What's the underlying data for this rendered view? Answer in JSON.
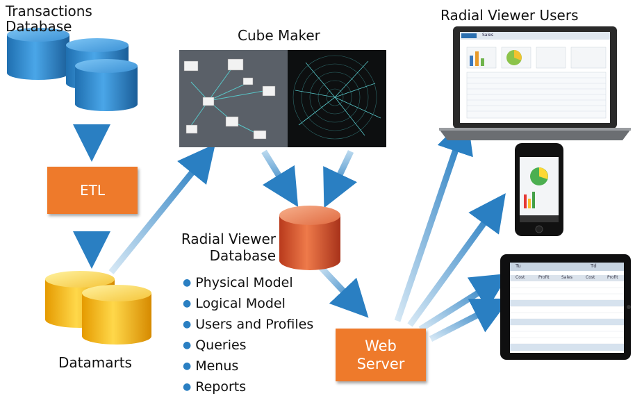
{
  "labels": {
    "transactions_db": [
      "Transactions",
      "Database"
    ],
    "cube_maker": "Cube Maker",
    "radial_viewer_users": "Radial Viewer Users",
    "rv_database": [
      "Radial Viewer",
      "Database"
    ],
    "datamarts": "Datamarts"
  },
  "boxes": {
    "etl": "ETL",
    "web_server": [
      "Web",
      "Server"
    ]
  },
  "rv_database_contents": [
    "Physical Model",
    "Logical Model",
    "Users and Profiles",
    "Queries",
    "Menus",
    "Reports"
  ],
  "laptop_screen": {
    "title": "Sales"
  },
  "tablet_table": {
    "group_headers": [
      "Tu",
      "Td"
    ],
    "columns": [
      "Cost",
      "Profit",
      "Sales",
      "Cost",
      "Profit"
    ]
  },
  "colors": {
    "arrow": "#2a7fc2",
    "etl_box": "#ee7a2b",
    "transactions_cylinder": "#2a8ad0",
    "datamart_cylinder": "#f3b81a",
    "rv_cylinder": "#d4502a"
  }
}
